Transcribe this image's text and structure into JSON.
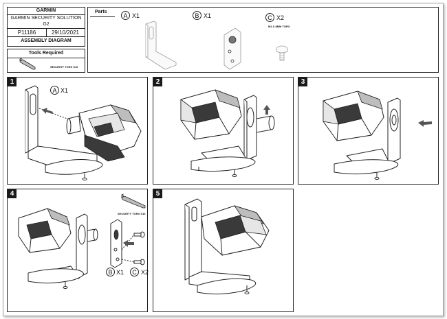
{
  "title_block": {
    "brand": "GARMIN",
    "product_line1": "GARMIN SECURITY SOLUTION",
    "product_line2": "G2",
    "part_number": "P11186",
    "date": "29/10/2021",
    "doc_type": "ASSEMBLY DIAGRAM"
  },
  "tools": {
    "heading": "Tools Required",
    "tool_name": "SECURITY TORX X10"
  },
  "parts": {
    "heading": "Parts",
    "items": [
      {
        "letter": "A",
        "qty": "X1"
      },
      {
        "letter": "B",
        "qty": "X1"
      },
      {
        "letter": "C",
        "qty": "X2",
        "spec": "M4 X 8MM TORX"
      }
    ]
  },
  "steps": [
    {
      "number": "1",
      "callout_letter": "A",
      "callout_qty": "X1"
    },
    {
      "number": "2"
    },
    {
      "number": "3"
    },
    {
      "number": "4",
      "tool_label": "SECURITY TORX X10",
      "callouts": [
        {
          "letter": "B",
          "qty": "X1"
        },
        {
          "letter": "C",
          "qty": "X2"
        }
      ]
    },
    {
      "number": "5"
    }
  ],
  "colors": {
    "ink": "#222222",
    "arrow": "#555555",
    "dark_part": "#3a3a3a"
  }
}
